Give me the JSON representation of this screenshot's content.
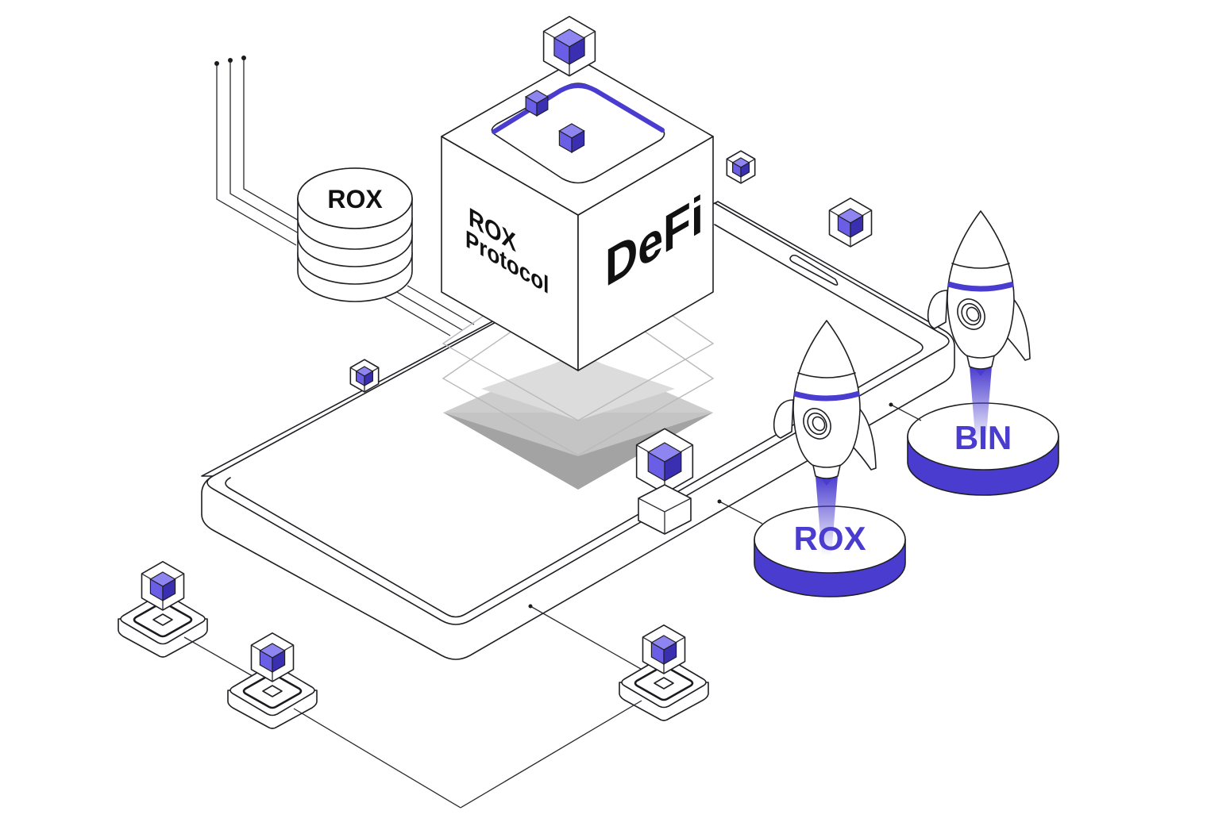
{
  "illustration": {
    "title": "ROX Protocol DeFi isometric illustration",
    "colors": {
      "accent": "#4a3ccf",
      "accent_light": "#8f85f0",
      "accent_mid": "#6b5ee6",
      "accent_dark": "#3a2fb0",
      "line": "#1f1f24",
      "layer_light": "#d9d9d9",
      "layer_mid": "#c4c4c4",
      "layer_dark": "#a3a3a3"
    },
    "central_cube": {
      "left_face_line1": "ROX",
      "left_face_line2": "Protocol",
      "right_face_text": "DeFi"
    },
    "database_stack": {
      "label": "ROX",
      "disk_count": 4
    },
    "tokens": [
      {
        "label": "ROX",
        "has_rocket": true
      },
      {
        "label": "BIN",
        "has_rocket": true
      }
    ],
    "nodes": [
      {
        "name": "node-left"
      },
      {
        "name": "node-middle"
      },
      {
        "name": "node-right"
      }
    ],
    "connector_wires": 3
  }
}
